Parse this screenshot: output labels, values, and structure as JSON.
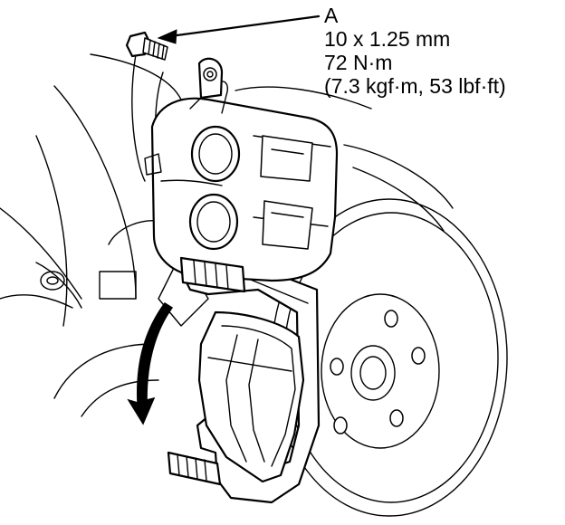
{
  "callout": {
    "letter": "A",
    "thread_spec": "10 x 1.25 mm",
    "torque_nm": "72 N·m",
    "torque_alt": "(7.3 kgf·m, 53 lbf·ft)"
  },
  "colors": {
    "ink": "#000000",
    "paper": "#ffffff"
  }
}
